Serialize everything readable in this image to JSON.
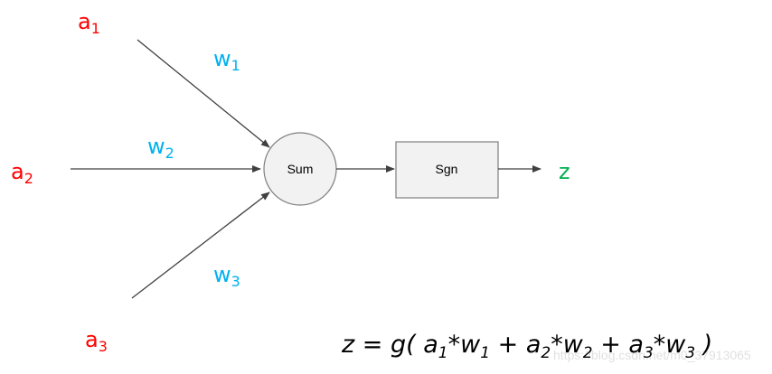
{
  "inputs": [
    {
      "symbol": "a",
      "index": "1"
    },
    {
      "symbol": "a",
      "index": "2"
    },
    {
      "symbol": "a",
      "index": "3"
    }
  ],
  "weights": [
    {
      "symbol": "w",
      "index": "1"
    },
    {
      "symbol": "w",
      "index": "2"
    },
    {
      "symbol": "w",
      "index": "3"
    }
  ],
  "sum_node": {
    "label": "Sum"
  },
  "sgn_node": {
    "label": "Sgn"
  },
  "output": {
    "label": "z"
  },
  "formula": {
    "lhs": "z = g( ",
    "terms": [
      {
        "a": "a",
        "ai": "1",
        "w": "w",
        "wi": "1"
      },
      {
        "a": "a",
        "ai": "2",
        "w": "w",
        "wi": "2"
      },
      {
        "a": "a",
        "ai": "3",
        "w": "w",
        "wi": "3"
      }
    ],
    "times": "*",
    "plus": " + ",
    "close": " )"
  },
  "watermark": {
    "text": "https://blog.csdn.net/m0_37913065"
  },
  "colors": {
    "input": "#ff0000",
    "weight": "#00b0f0",
    "output": "#00b050",
    "line": "#404040",
    "node_fill": "#f2f2f2",
    "node_stroke": "#7f7f7f"
  }
}
